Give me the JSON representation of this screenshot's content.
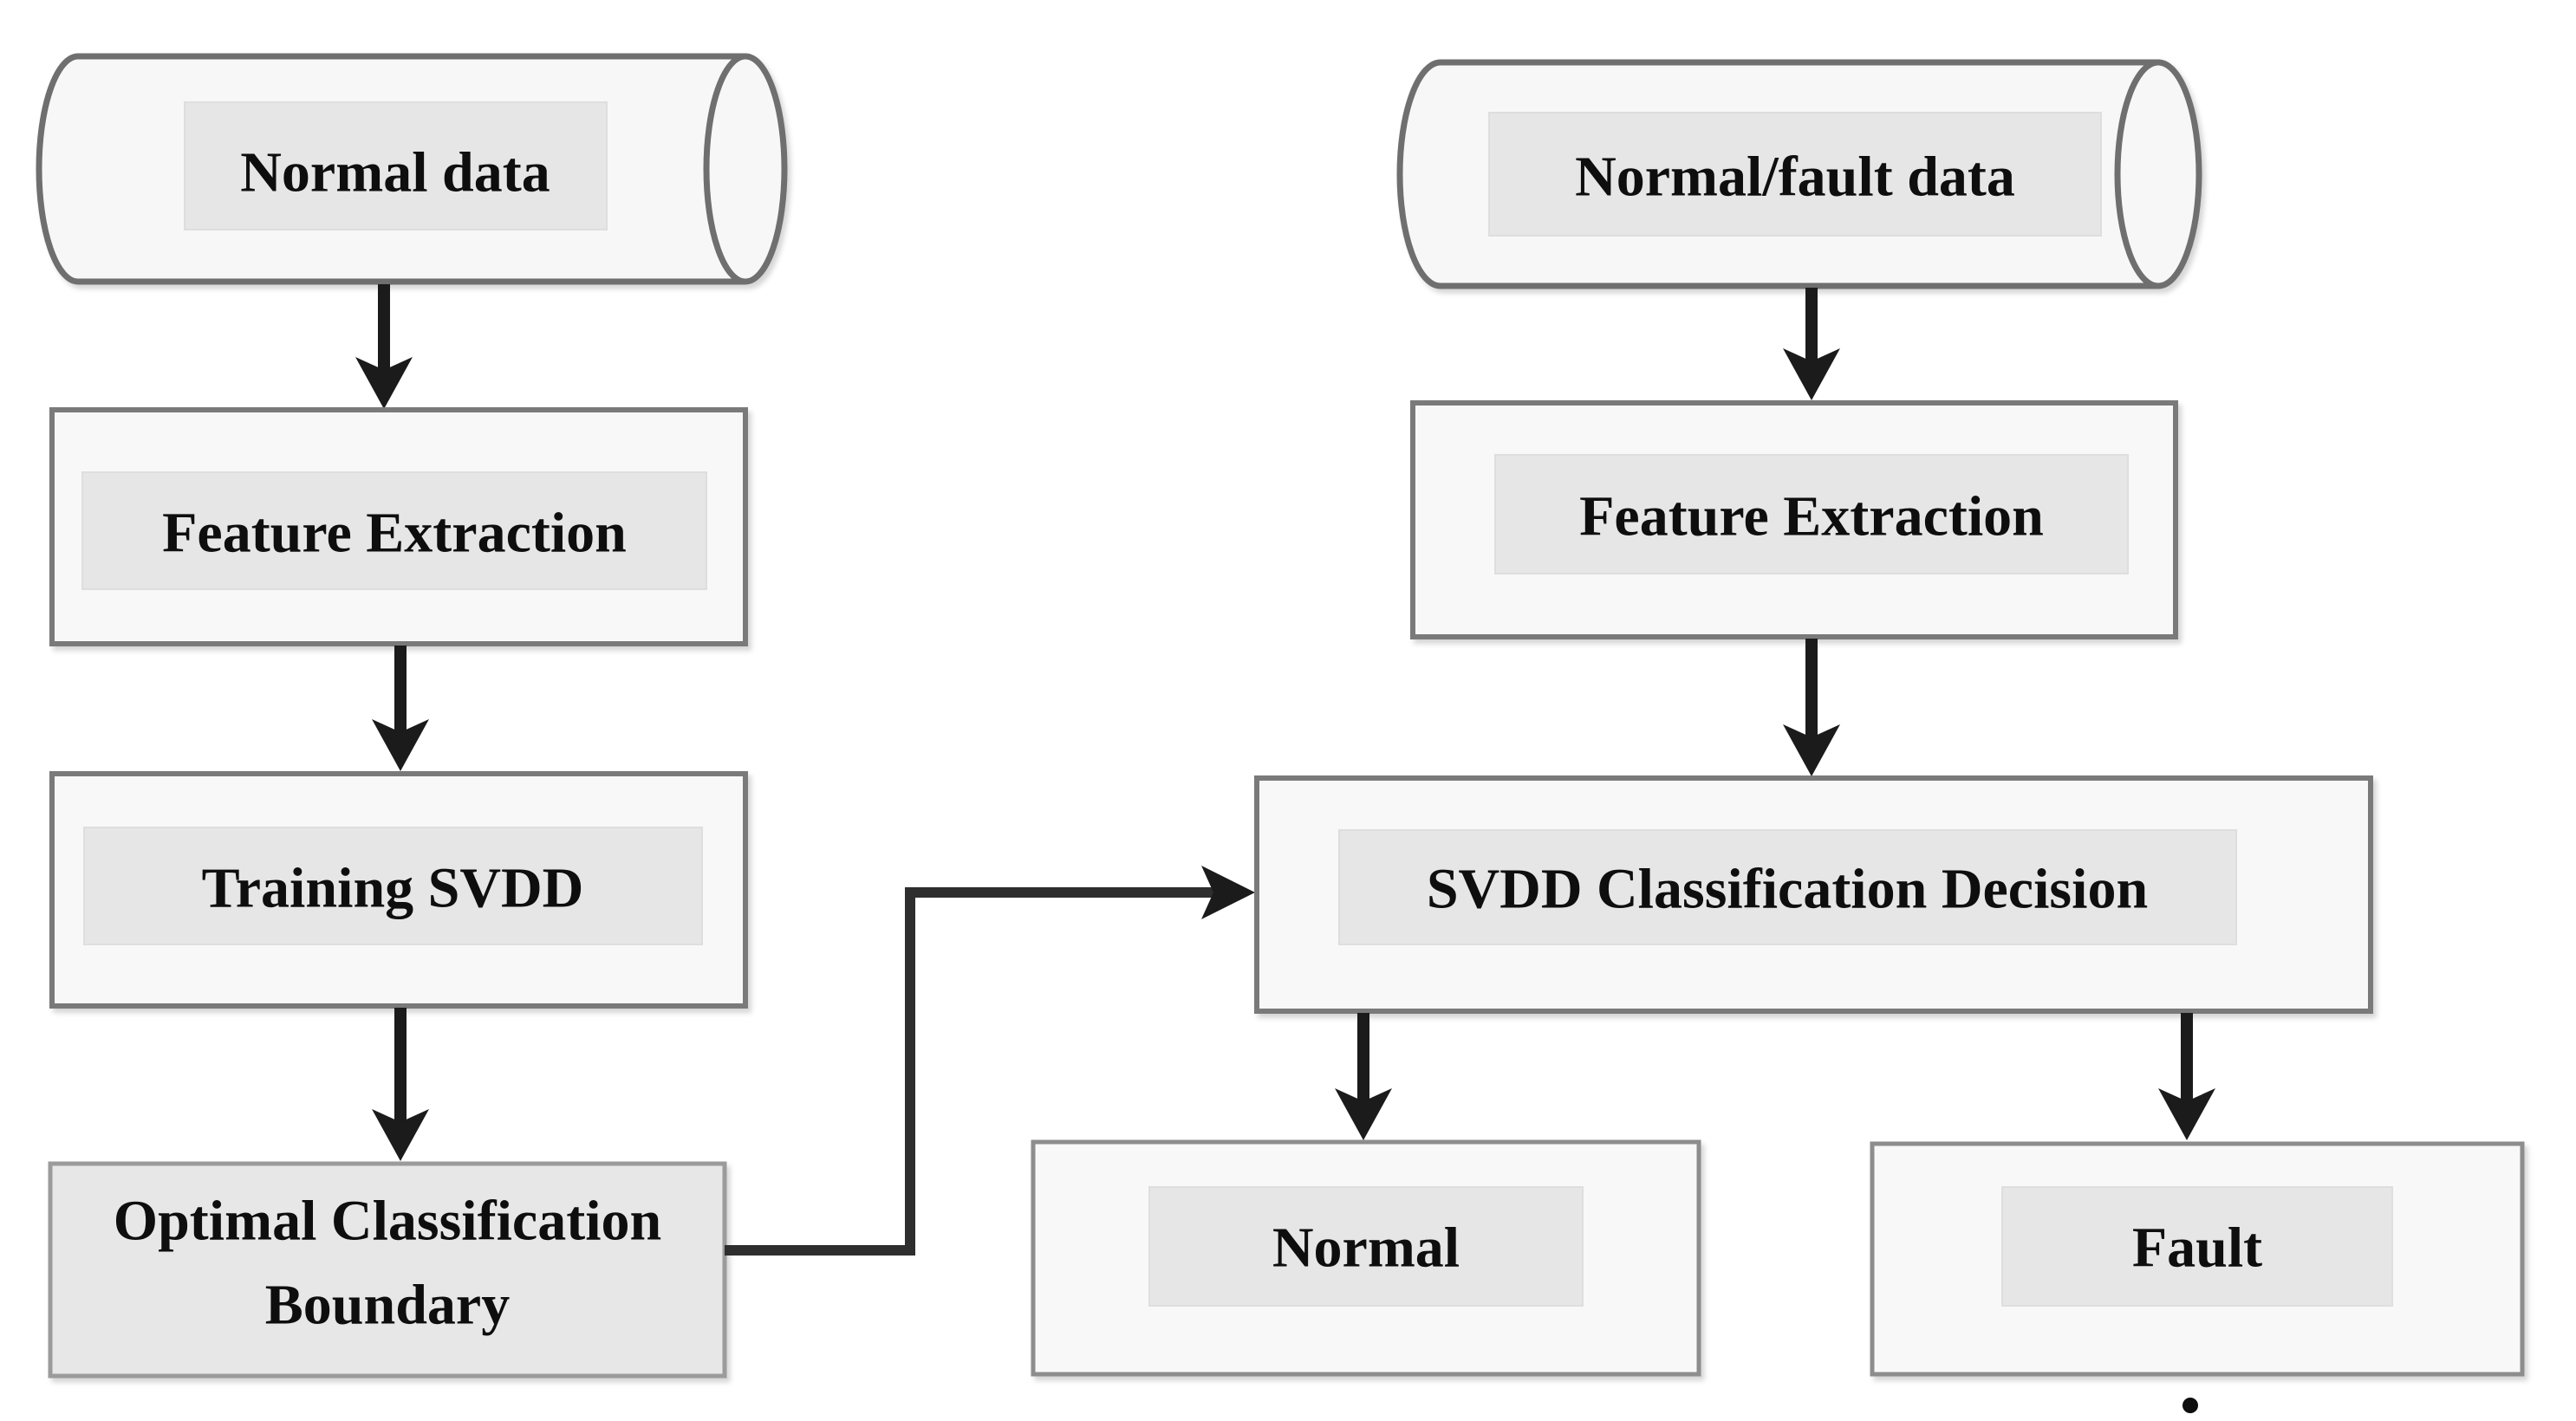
{
  "diagram": {
    "description": "SVDD training and fault classification flowchart",
    "nodes": {
      "normal_data": {
        "shape": "cylinder",
        "label": "Normal data"
      },
      "feature_extraction_left": {
        "shape": "rect",
        "label": "Feature Extraction"
      },
      "training_svdd": {
        "shape": "rect",
        "label": "Training SVDD"
      },
      "optimal_boundary": {
        "shape": "rect",
        "line1": "Optimal Classification",
        "line2": "Boundary"
      },
      "normal_fault_data": {
        "shape": "cylinder",
        "label": "Normal/fault data"
      },
      "feature_extraction_right": {
        "shape": "rect",
        "label": "Feature Extraction"
      },
      "svdd_decision": {
        "shape": "rect",
        "label": "SVDD Classification Decision"
      },
      "normal_result": {
        "shape": "rect",
        "label": "Normal"
      },
      "fault_result": {
        "shape": "rect",
        "label": "Fault"
      }
    },
    "edges": [
      {
        "from": "normal_data",
        "to": "feature_extraction_left"
      },
      {
        "from": "feature_extraction_left",
        "to": "training_svdd"
      },
      {
        "from": "training_svdd",
        "to": "optimal_boundary"
      },
      {
        "from": "optimal_boundary",
        "to": "svdd_decision"
      },
      {
        "from": "normal_fault_data",
        "to": "feature_extraction_right"
      },
      {
        "from": "feature_extraction_right",
        "to": "svdd_decision"
      },
      {
        "from": "svdd_decision",
        "to": "normal_result"
      },
      {
        "from": "svdd_decision",
        "to": "fault_result"
      }
    ],
    "colors": {
      "background": "#ffffff",
      "box_fill": "#f8f8f8",
      "label_fill": "#e6e6e6",
      "box_border": "#7a7a7a",
      "cylinder_border": "#6f6f6f",
      "arrow": "#1b1b1b",
      "text": "#0e0e0e"
    }
  }
}
